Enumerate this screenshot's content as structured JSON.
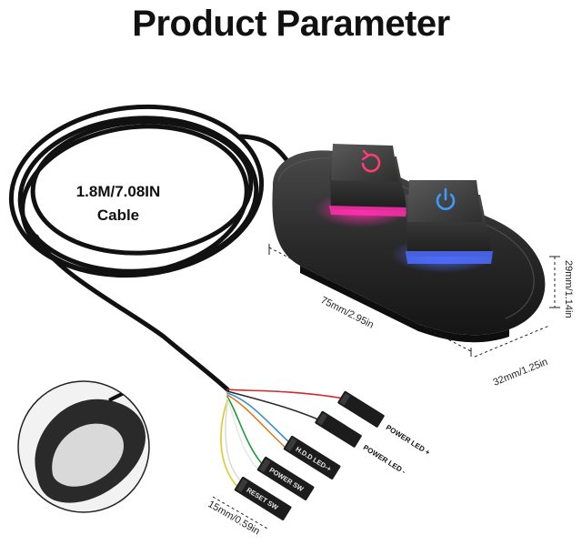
{
  "title": "Product Parameter",
  "cable": {
    "line1": "1.8M/7.08IN",
    "line2": "Cable"
  },
  "dimensions": {
    "length": "75mm/2.95in",
    "width": "32mm/1.25in",
    "height": "29mm/1.14in",
    "pin_length": "15mm/0.59in"
  },
  "connectors": [
    {
      "label": "POWER LED +",
      "wires": [
        "#d02a2a"
      ]
    },
    {
      "label": "POWER LED -",
      "wires": [
        "#2b2b2b"
      ]
    },
    {
      "label": "H.D.D LED-+",
      "wires": [
        "#2f8bd8",
        "#e07b22"
      ]
    },
    {
      "label": "POWER SW",
      "wires": [
        "#1f9a3a",
        "#f0f0f0"
      ]
    },
    {
      "label": "RESET SW",
      "wires": [
        "#e0c825",
        "#f0f0f0"
      ]
    }
  ],
  "colors": {
    "reset_glow": "#ff2fae",
    "power_glow": "#4f6dff",
    "reset_icon": "#ff3c72",
    "power_icon": "#3a9bff",
    "body": "#262626"
  },
  "icons": {
    "reset_key": "reset-icon",
    "power_key": "power-icon"
  }
}
